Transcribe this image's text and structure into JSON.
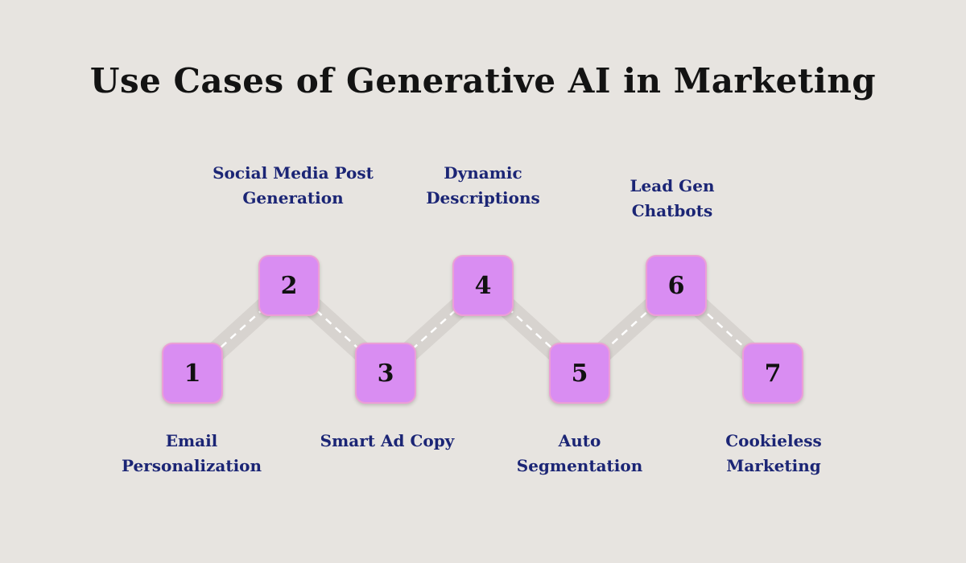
{
  "title": "Use Cases of Generative AI in Marketing",
  "colors": {
    "background": "#e7e4e0",
    "box_fill": "#d98df2",
    "box_border": "#eb9fd6",
    "number_text": "#111111",
    "label_text": "#1b2575",
    "title_text": "#131313",
    "connector_band": "#d7d3cf",
    "connector_dash": "#ffffff"
  },
  "steps": [
    {
      "number": "1",
      "lines": [
        "Email",
        "Personalization"
      ],
      "position": "below"
    },
    {
      "number": "2",
      "lines": [
        "Social Media Post",
        "Generation"
      ],
      "position": "above"
    },
    {
      "number": "3",
      "lines": [
        "Smart Ad Copy"
      ],
      "position": "below"
    },
    {
      "number": "4",
      "lines": [
        "Dynamic",
        "Descriptions"
      ],
      "position": "above"
    },
    {
      "number": "5",
      "lines": [
        "Auto",
        "Segmentation"
      ],
      "position": "below"
    },
    {
      "number": "6",
      "lines": [
        "Lead Gen",
        "Chatbots"
      ],
      "position": "above"
    },
    {
      "number": "7",
      "lines": [
        "Cookieless",
        "Marketing"
      ],
      "position": "below"
    }
  ]
}
